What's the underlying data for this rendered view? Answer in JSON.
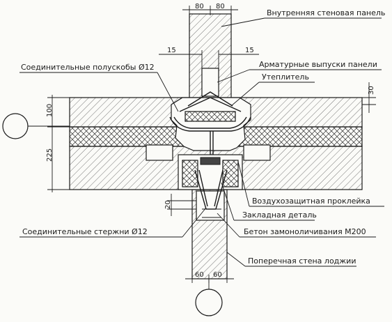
{
  "labels": {
    "inner_panel": "Внутренняя стеновая панель",
    "half_brackets": "Соединительные полускобы Ø12",
    "rebar_outlets": "Арматурные выпуски панели",
    "insulation": "Утеплитель",
    "air_seal": "Воздухозащитная проклейка",
    "embedded_part": "Закладная деталь",
    "connecting_rods": "Соединительные стержни Ø12",
    "concrete": "Бетон замоноличивания М200",
    "loggia_wall": "Поперечная стена лоджии"
  },
  "dims": {
    "top_left": "80",
    "top_right": "80",
    "left_15": "15",
    "right_15": "15",
    "right_30": "30",
    "left_100": "100",
    "left_225": "225",
    "left_20": "20",
    "bottom_left": "60",
    "bottom_right": "60"
  }
}
